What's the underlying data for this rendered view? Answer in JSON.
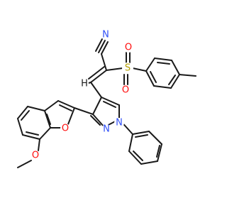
{
  "diagram": {
    "type": "chemical-structure",
    "atom_labels": {
      "nitrile_N": "N",
      "sulfonyl_S": "S",
      "sulfonyl_O1": "O",
      "sulfonyl_O2": "O",
      "furan_O": "O",
      "methoxy_O": "O",
      "pyrazole_N1": "N",
      "pyrazole_N2": "N",
      "explicit_H": "H"
    },
    "colors": {
      "bond": "#1a1a1a",
      "nitrogen": "#3050f8",
      "oxygen": "#ff0d0d",
      "sulfur": "#b5a000",
      "carbon": "#1a1a1a"
    }
  }
}
